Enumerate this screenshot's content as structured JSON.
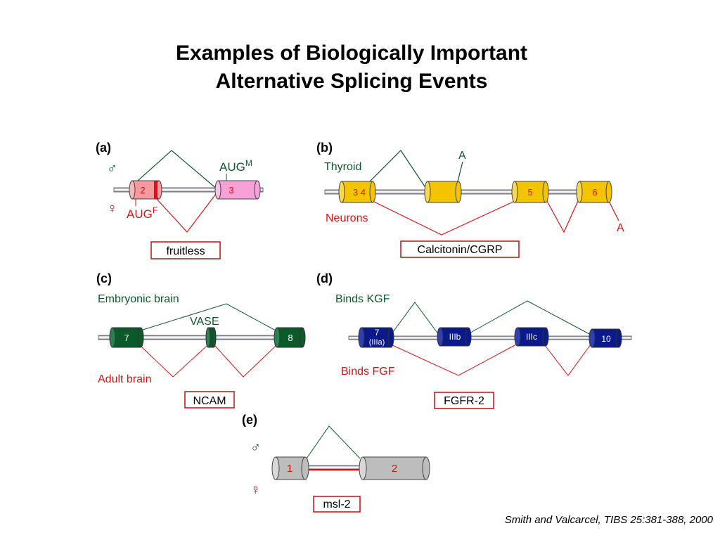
{
  "title": {
    "line1": "Examples of Biologically Important",
    "line2": "Alternative Splicing Events"
  },
  "citation": "Smith and Valcarcel, TIBS 25:381-388, 2000",
  "symbols": {
    "male": "♂",
    "female": "♀"
  },
  "panel_a": {
    "letter": "(a)",
    "exon_left": "2",
    "exon_right": "3",
    "aug_m": "AUG",
    "aug_m_sup": "M",
    "aug_f": "AUG",
    "aug_f_sup": "F",
    "gene": "fruitless"
  },
  "panel_b": {
    "letter": "(b)",
    "thyroid": "Thyroid",
    "neurons": "Neurons",
    "exon_34": "3 4",
    "exon_5": "5",
    "exon_6": "6",
    "polya_top": "A",
    "polya_bottom": "A",
    "gene": "Calcitonin/CGRP"
  },
  "panel_c": {
    "letter": "(c)",
    "embryonic": "Embryonic brain",
    "adult": "Adult brain",
    "vase": "VASE",
    "exon_7": "7",
    "exon_8": "8",
    "gene": "NCAM"
  },
  "panel_d": {
    "letter": "(d)",
    "kgf": "Binds KGF",
    "fgf": "Binds FGF",
    "exon_7": "7",
    "exon_7_sub": "(IIIa)",
    "exon_iiib": "IIIb",
    "exon_iiic": "IIIc",
    "exon_10": "10",
    "gene": "FGFR-2"
  },
  "panel_e": {
    "letter": "(e)",
    "exon_1": "1",
    "exon_2": "2",
    "gene": "msl-2"
  },
  "colors": {
    "green_text": "#0a5a2a",
    "red_text": "#e01010",
    "pink_exon": "#f49aa0",
    "magenta_exon": "#f8a0d8",
    "gold_exon": "#f5c400",
    "dark_green_exon": "#0a5a2a",
    "navy_exon": "#0a1a8a",
    "gray_exon": "#bdbdbd"
  }
}
